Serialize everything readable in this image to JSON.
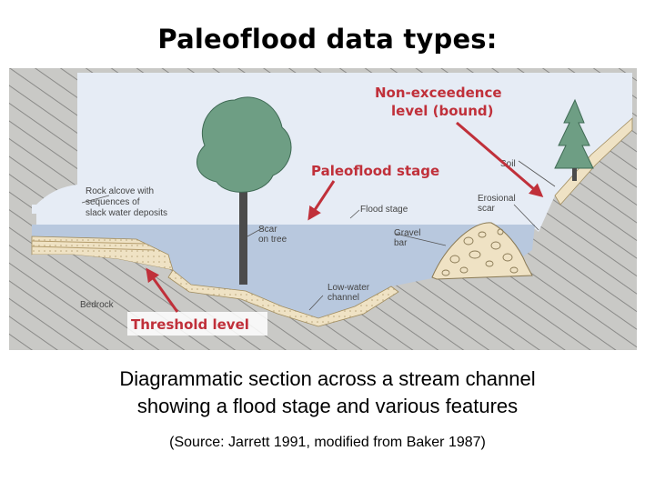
{
  "title": "Paleoflood data types:",
  "diagram": {
    "callouts": {
      "non_exceedence_line1": "Non-exceedence",
      "non_exceedence_line2": "level (bound)",
      "paleoflood_stage": "Paleoflood stage",
      "threshold_level": "Threshold level"
    },
    "labels": {
      "rock_alcove_1": "Rock alcove with",
      "rock_alcove_2": "sequences of",
      "rock_alcove_3": "slack water deposits",
      "flood_stage": "Flood stage",
      "scar_1": "Scar",
      "scar_2": "on tree",
      "gravel_1": "Gravel",
      "gravel_2": "bar",
      "erosional_1": "Erosional",
      "erosional_2": "scar",
      "soil": "Soil",
      "low_water_1": "Low-water",
      "low_water_2": "channel",
      "bedrock": "Bedrock"
    },
    "colors": {
      "sky": "#e6ecf5",
      "water": "#b8c8de",
      "rock": "#c9c9c6",
      "hatch": "#8a8a88",
      "sediment": "#efe2c4",
      "tree": "#6e9e84",
      "callout": "#c0303a"
    }
  },
  "caption": {
    "line1": "Diagrammatic section across a stream channel",
    "line2": "showing a flood stage and various features"
  },
  "source": "(Source:  Jarrett 1991, modified from Baker 1987)"
}
